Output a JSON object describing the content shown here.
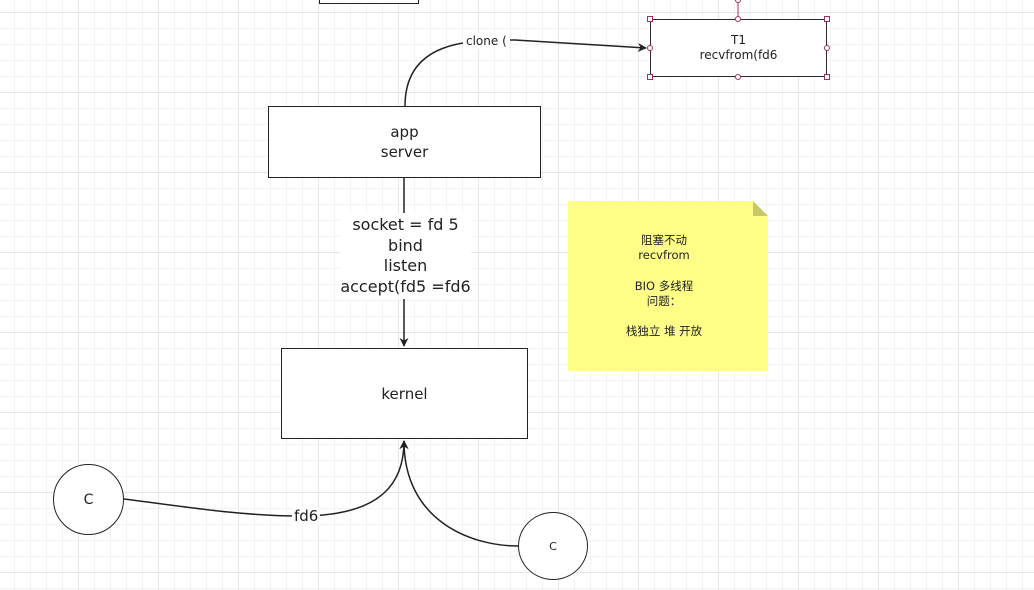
{
  "nodes": {
    "app_server": "app\nserver",
    "kernel": "kernel",
    "t1": "T1\nrecvfrom(fd6",
    "client_left": "C",
    "client_right": "C"
  },
  "edge_labels": {
    "socket": "socket = fd 5\nbind\nlisten\naccept(fd5 =fd6",
    "clone": "clone (",
    "fd6": "fd6"
  },
  "note": {
    "text": "阻塞不动\nrecvfrom\n\nBIO  多线程\n问题：\n\n栈独立    堆 开放"
  },
  "colors": {
    "stroke": "#222222",
    "note_fill": "#ffff88",
    "selection_handle": "#a03060"
  }
}
